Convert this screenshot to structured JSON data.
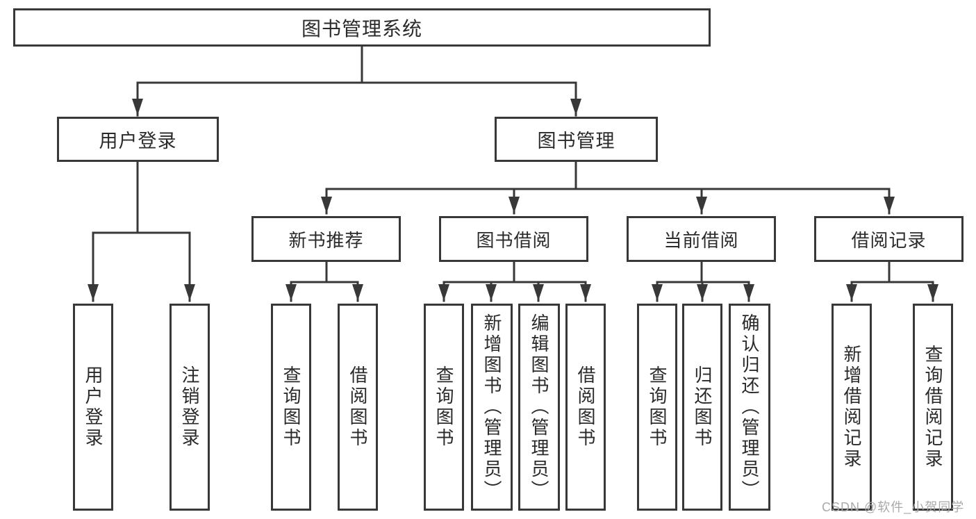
{
  "tree": {
    "root": "图书管理系统",
    "user_login": {
      "label": "用户登录",
      "leaves": [
        "用户登录",
        "注销登录"
      ]
    },
    "book_mgmt": {
      "label": "图书管理",
      "groups": [
        {
          "label": "新书推荐",
          "leaves": [
            "查询图书",
            "借阅图书"
          ]
        },
        {
          "label": "图书借阅",
          "leaves": [
            "查询图书",
            "新增图书（管理员）",
            "编辑图书（管理员）",
            "借阅图书"
          ]
        },
        {
          "label": "当前借阅",
          "leaves": [
            "查询图书",
            "归还图书",
            "确认归还（管理员）"
          ]
        },
        {
          "label": "借阅记录",
          "leaves": [
            "新增借阅记录",
            "查询借阅记录"
          ]
        }
      ]
    }
  },
  "watermark": {
    "text": "CSDN @软件_小贺同学"
  },
  "colors": {
    "line": "#383838",
    "text": "#2a2a2a",
    "watermark": "#a9a9a9",
    "background": "#ffffff"
  }
}
